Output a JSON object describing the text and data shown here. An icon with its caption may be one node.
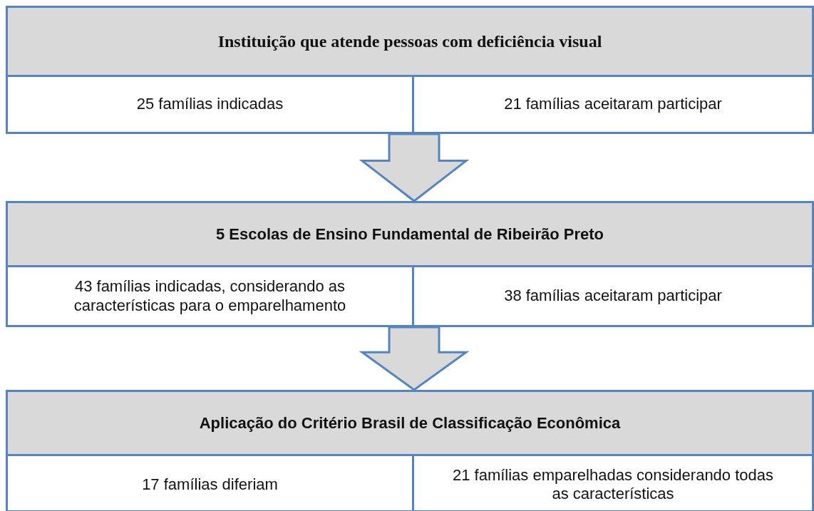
{
  "diagram": {
    "nodes": [
      {
        "text": [],
        "shape": "box"
      },
      {
        "text": [
          "Instituição que atende pessoas com deficiência visual"
        ],
        "in": 0
      },
      {
        "text": [
          "25 famílias indicadas"
        ],
        "in": 0
      },
      {
        "text": [
          "21 famílias aceitaram participar"
        ],
        "in": 0
      },
      {
        "text": [],
        "shape": "box"
      },
      {
        "text": [
          "5 Escolas de Ensino Fundamental de Ribeirão Preto"
        ],
        "in": 4
      },
      {
        "text": [
          "43 famílias indicadas, considerando as características para o emparelhamento"
        ],
        "in": 4
      },
      {
        "text": [
          "38 famílias aceitaram participar"
        ],
        "in": 4
      },
      {
        "text": [],
        "shape": "box"
      },
      {
        "text": [
          "Aplicação do Critério Brasil de Classificação Econômica"
        ],
        "in": 8
      },
      {
        "text": [
          "17 famílias diferiam"
        ],
        "in": 8
      },
      {
        "text": [
          "21 famílias emparelhadas considerando todas as características"
        ],
        "in": 8
      }
    ],
    "edges": [
      {
        "from": 0,
        "to": 4,
        "arrow": "to"
      },
      {
        "from": 4,
        "to": 8,
        "arrow": "to"
      }
    ]
  }
}
